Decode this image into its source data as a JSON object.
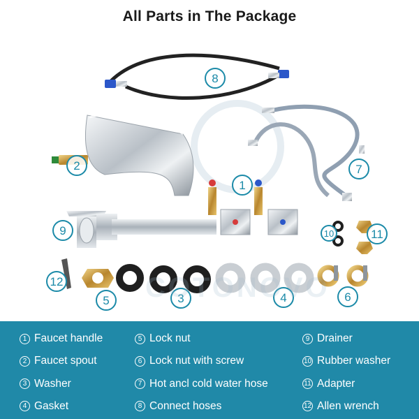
{
  "title": "All Parts in The Package",
  "watermark": "COTONOVO",
  "callouts": {
    "n1": "1",
    "n2": "2",
    "n3": "3",
    "n4": "4",
    "n5": "5",
    "n6": "6",
    "n7": "7",
    "n8": "8",
    "n9": "9",
    "n10": "10",
    "n11": "11",
    "n12": "12"
  },
  "legend": [
    {
      "num": "1",
      "label": "Faucet handle"
    },
    {
      "num": "5",
      "label": "Lock nut"
    },
    {
      "num": "9",
      "label": "Drainer"
    },
    {
      "num": "2",
      "label": "Faucet spout"
    },
    {
      "num": "6",
      "label": "Lock nut with screw"
    },
    {
      "num": "10",
      "label": "Rubber washer"
    },
    {
      "num": "3",
      "label": "Washer"
    },
    {
      "num": "7",
      "label": "Hot ancl cold water hose"
    },
    {
      "num": "11",
      "label": "Adapter"
    },
    {
      "num": "4",
      "label": "Gasket"
    },
    {
      "num": "8",
      "label": "Connect hoses"
    },
    {
      "num": "12",
      "label": "Allen wrench"
    }
  ],
  "colors": {
    "accent": "#1b8aa8",
    "legend_bg": "#2089a8",
    "legend_text": "#ffffff",
    "chrome": "#c9ced3",
    "brass": "#c9a24a",
    "rubber": "#1f1f1f"
  }
}
